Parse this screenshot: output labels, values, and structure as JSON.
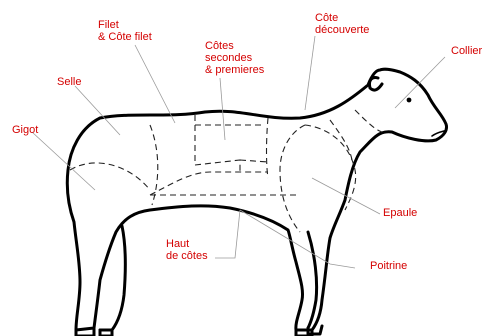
{
  "labels": {
    "filet": [
      "Filet",
      "& Côte filet"
    ],
    "cotes_secondes": [
      "Côtes",
      "secondes",
      "& premieres"
    ],
    "cote_decouverte": [
      "Côte",
      "découverte"
    ],
    "collier": "Collier",
    "selle": "Selle",
    "gigot": "Gigot",
    "epaule": "Epaule",
    "haut_de_cotes": [
      "Haut",
      "de côtes"
    ],
    "poitrine": "Poitrine"
  },
  "colors": {
    "label": "#d40000",
    "outline": "#000000",
    "leader": "#9a9a9a"
  }
}
